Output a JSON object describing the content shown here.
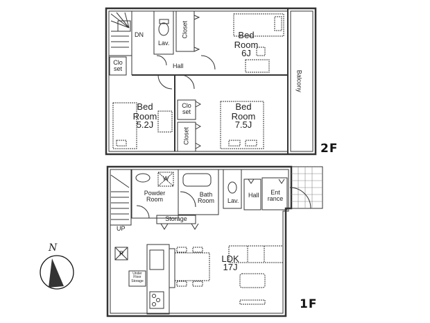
{
  "plan": {
    "floors": [
      {
        "id": "2F",
        "label": "2F",
        "rooms": {
          "stair_down": "DN",
          "closet_small": "Clo\nset",
          "lavatory": "Lav.",
          "closet_top": "Closet",
          "hall": "Hall",
          "bedroom_6": {
            "name": "Bed\nRoom",
            "size": "6J"
          },
          "balcony": "Balcony",
          "bedroom_52": {
            "name": "Bed\nRoom",
            "size": "5.2J"
          },
          "closet_mid": "Clo\nset",
          "closet_bottom": "Closet",
          "bedroom_75": {
            "name": "Bed\nRoom",
            "size": "7.5J"
          }
        }
      },
      {
        "id": "1F",
        "label": "1F",
        "rooms": {
          "washer": "W",
          "powder_room": "Powder\nRoom",
          "bath_room": "Bath\nRoom",
          "lavatory": "Lav.",
          "hall": "Hall",
          "entrance": "Ent\nrance",
          "storage": "Storage",
          "stair_up": "UP",
          "refrigerator": "R",
          "under_floor_storage": "Under\nFloor\nStorage",
          "ldk": {
            "name": "LDK",
            "size": "17J"
          }
        }
      }
    ],
    "compass": {
      "symbol": "N",
      "direction": "north"
    }
  }
}
